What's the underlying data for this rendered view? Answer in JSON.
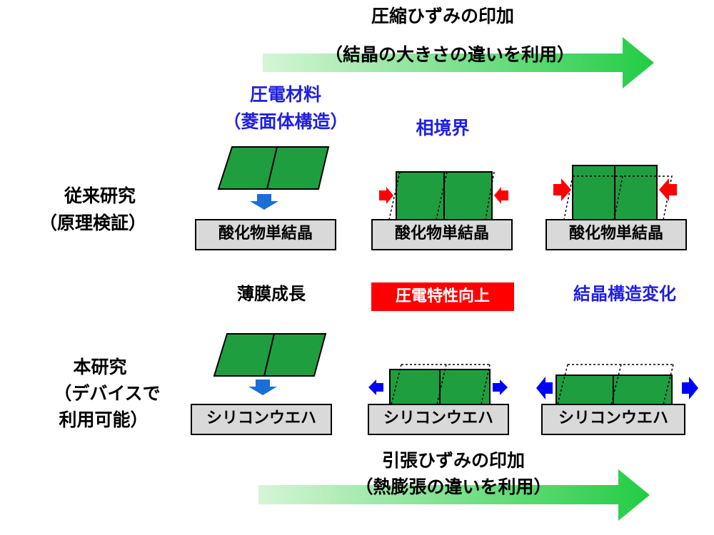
{
  "colors": {
    "crystal_fill": "#1f9e3f",
    "substrate_fill": "#d9d9d9",
    "arrow_green_start": "#c8f0c8",
    "arrow_green_end": "#22cc44",
    "arrow_blue": "#1a6fd6",
    "force_red": "#ff0000",
    "force_blue": "#0000ff",
    "label_blue": "#1f1fe0",
    "highlight_red": "#ff0000"
  },
  "top_arrow": {
    "line1": "圧縮ひずみの印加",
    "line2": "（結晶の大きさの違いを利用）"
  },
  "bottom_arrow": {
    "line1": "引張ひずみの印加",
    "line2": "（熱膨張の違いを利用）"
  },
  "headers": {
    "piezo_material": {
      "line1": "圧電材料",
      "line2": "（菱面体構造）"
    },
    "phase_boundary": "相境界"
  },
  "row_labels": {
    "previous": {
      "line1": "従来研究",
      "line2": "（原理検証）"
    },
    "this_work": {
      "line1": "本研究",
      "line2": "（デバイスで",
      "line3": "利用可能）"
    }
  },
  "middle_labels": {
    "thin_film_growth": "薄膜成長",
    "piezo_improvement": "圧電特性向上",
    "structure_change": "結晶構造変化"
  },
  "substrates": {
    "oxide": "酸化物単結晶",
    "silicon": "シリコンウエハ"
  }
}
